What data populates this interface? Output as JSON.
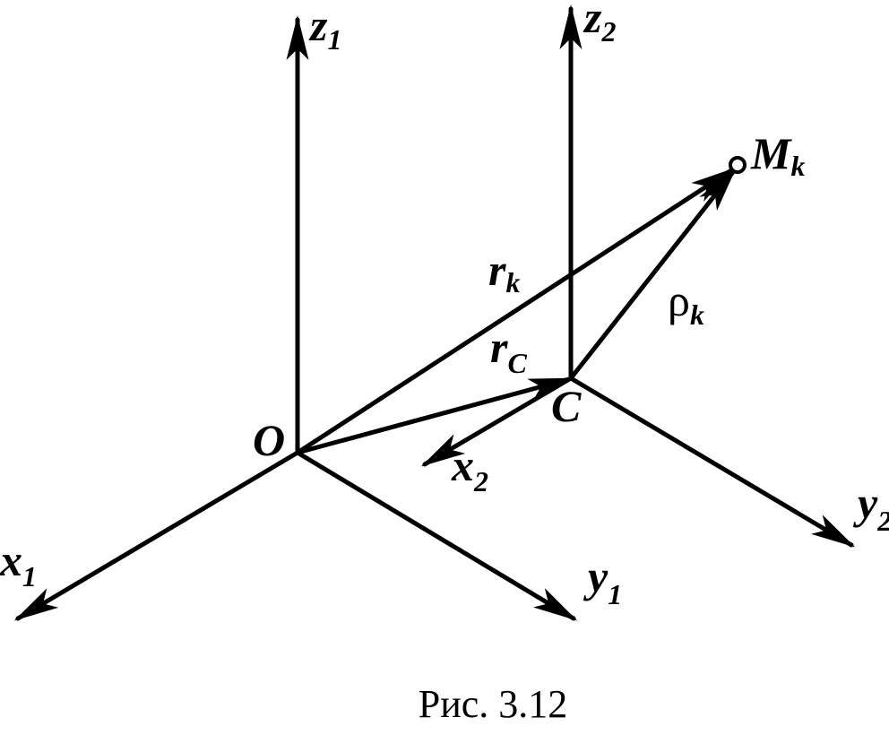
{
  "labels": {
    "z1": {
      "main": "z",
      "sub": "1"
    },
    "z2": {
      "main": "z",
      "sub": "2"
    },
    "x1": {
      "main": "x",
      "sub": "1"
    },
    "y1": {
      "main": "y",
      "sub": "1"
    },
    "x2": {
      "main": "x",
      "sub": "2"
    },
    "y2": {
      "main": "y",
      "sub": "2"
    },
    "Mk": {
      "main": "M",
      "sub": "k"
    },
    "rk": {
      "main": "r",
      "sub": "k"
    },
    "rC": {
      "main": "r",
      "sub": "C"
    },
    "rhok": {
      "main": "ρ",
      "sub": "k"
    },
    "O": "O",
    "C": "C"
  },
  "caption": "Рис. 3.12"
}
